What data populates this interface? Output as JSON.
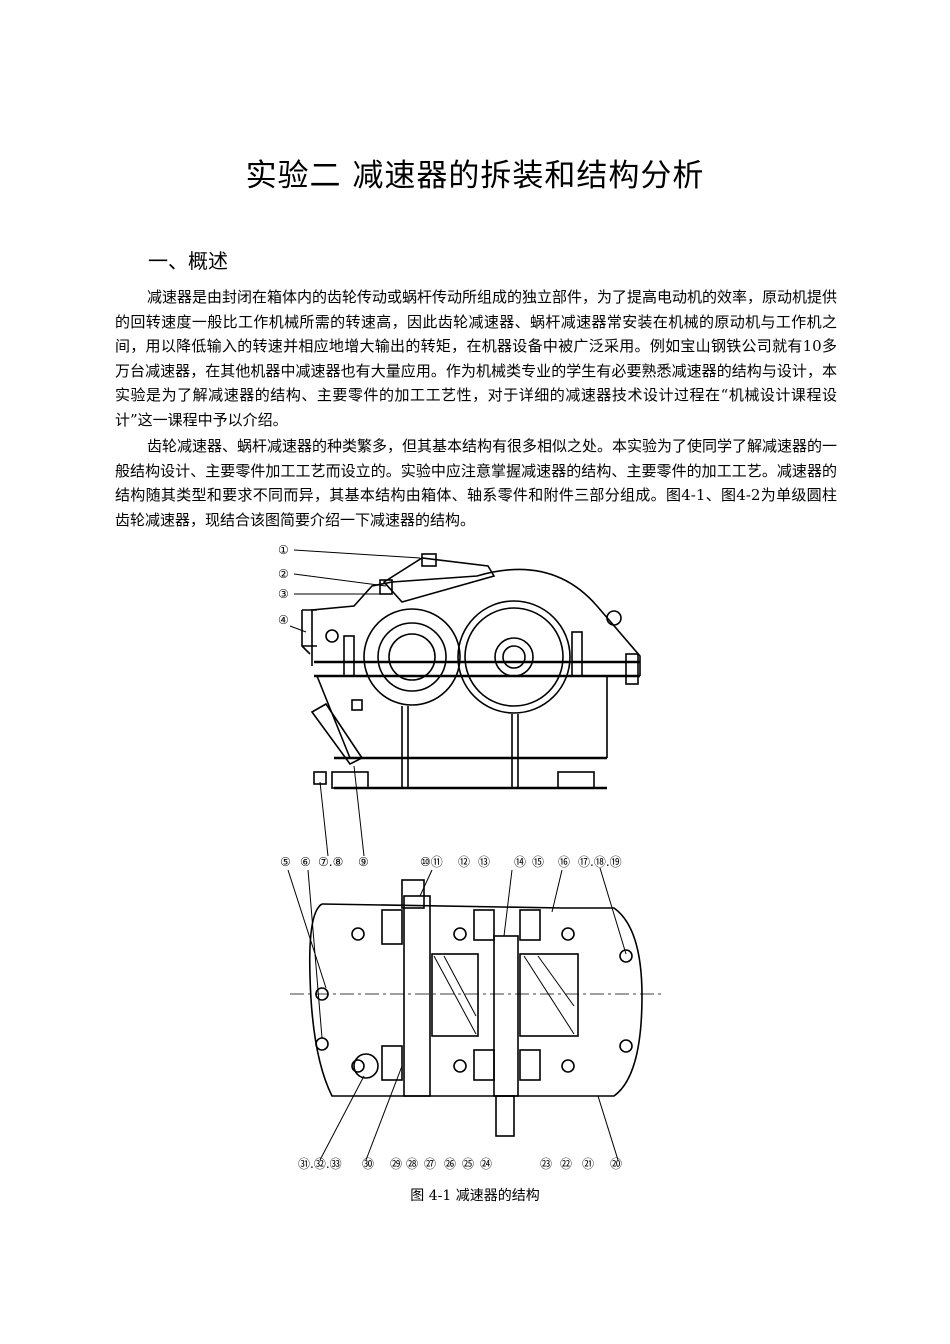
{
  "title": "实验二  减速器的拆装和结构分析",
  "section": {
    "heading": "一、概述"
  },
  "paragraphs": [
    "减速器是由封闭在箱体内的齿轮传动或蜗杆传动所组成的独立部件，为了提高电动机的效率，原动机提供的回转速度一般比工作机械所需的转速高，因此齿轮减速器、蜗杆减速器常安装在机械的原动机与工作机之间，用以降低输入的转速并相应地增大输出的转矩，在机器设备中被广泛采用。例如宝山钢铁公司就有10多万台减速器，在其他机器中减速器也有大量应用。作为机械类专业的学生有必要熟悉减速器的结构与设计，本实验是为了解减速器的结构、主要零件的加工工艺性，对于详细的减速器技术设计过程在“机械设计课程设计”这一课程中予以介绍。",
    "齿轮减速器、蜗杆减速器的种类繁多，但其基本结构有很多相似之处。本实验为了使同学了解减速器的一般结构设计、主要零件加工工艺而设立的。实验中应注意掌握减速器的结构、主要零件的加工工艺。减速器的结构随其类型和要求不同而异，其基本结构由箱体、轴系零件和附件三部分组成。图4-1、图4-2为单级圆柱齿轮减速器，现结合该图简要介绍一下减速器的结构。"
  ],
  "figure": {
    "caption": "图 4-1 减速器的结构",
    "top_labels_left": [
      "①",
      "②",
      "③",
      "④"
    ],
    "front_bottom_labels": [
      "⑤",
      "⑥",
      "⑦.⑧",
      "⑨"
    ],
    "plan_top_labels": [
      "⑩⑪",
      "⑫",
      "⑬",
      "⑭",
      "⑮",
      "⑯",
      "⑰.⑱.⑲"
    ],
    "plan_bottom_labels": [
      "㉛.㉜.㉝",
      "㉚",
      "㉙",
      "㉘",
      "㉗",
      "㉖",
      "㉕",
      "㉔",
      "㉓",
      "㉒",
      "㉑",
      "⑳"
    ]
  }
}
